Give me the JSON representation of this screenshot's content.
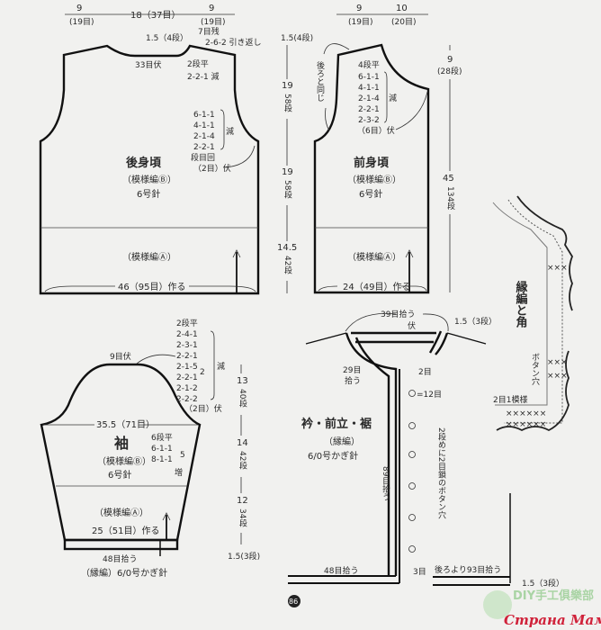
{
  "back": {
    "title": "後身頃",
    "pattern": "（模様編Ⓑ）",
    "needle": "6号針",
    "band_pattern": "（模様編Ⓐ）",
    "cast_on": "46（95目）作る",
    "top_left_w": "9",
    "top_left_st": "(19目)",
    "top_mid": "18（37目）",
    "top_right_w": "9",
    "top_right_st": "(19目)",
    "neck_depth": "1.5（4段）",
    "shoulder_rest": "7目残",
    "shoulder_short_rows": "2-6-2 引き返し",
    "neck_bind": "33目伏",
    "neck_dec": [
      "2段平",
      "2-2-1 減"
    ],
    "armhole_dec": [
      "6-1-1",
      "4-1-1",
      "2-1-4",
      "2-2-1"
    ],
    "armhole_dec_label": "減",
    "armhole_bind": [
      "段目回",
      "（2目）伏"
    ],
    "side_dims": [
      {
        "cm": "1.5",
        "rows": "(4段)"
      },
      {
        "cm": "19",
        "rows": "58段"
      },
      {
        "cm": "19",
        "rows": "58段"
      },
      {
        "cm": "14.5",
        "rows": "42段"
      }
    ]
  },
  "front": {
    "title": "前身頃",
    "pattern": "（模様編Ⓑ）",
    "needle": "6号針",
    "band_pattern": "（模様編Ⓐ）",
    "cast_on": "24（49目）作る",
    "top_left_w": "9",
    "top_left_st": "(19目)",
    "top_right_w": "10",
    "top_right_st": "(20目)",
    "same_as_back": "後ろと同じ",
    "neck_dec": [
      "4段平",
      "6-1-1",
      "4-1-1",
      "2-1-4",
      "2-2-1",
      "2-3-2"
    ],
    "neck_dec_label": "減",
    "neck_bind": "（6目）伏",
    "side_dims": [
      {
        "cm": "9",
        "rows": "(28段)"
      },
      {
        "cm": "45",
        "rows": "134段"
      }
    ]
  },
  "sleeve": {
    "title": "袖",
    "pattern": "（模様編Ⓑ）",
    "needle": "6号針",
    "band_pattern": "（模様編Ⓐ）",
    "cap_bind": "9目伏",
    "cap_dec": [
      "2段平",
      "2-4-1",
      "2-3-1",
      "2-2-1",
      "2-1-5",
      "2-2-1",
      "2-1-2",
      "2-2-2"
    ],
    "cap_dec_times": "2",
    "cap_dec_label": "減",
    "underarm_bind": "（2目）伏",
    "width": "35.5（71目）",
    "inc": [
      "6段平",
      "6-1-1",
      "8-1-1"
    ],
    "inc_times": "5",
    "inc_label": "増",
    "cast_on": "25（51目）作る",
    "pickup": "48目拾う",
    "edge": "（縁編）6/0号かぎ針",
    "side_dims": [
      {
        "cm": "13",
        "rows": "40段"
      },
      {
        "cm": "14",
        "rows": "42段"
      },
      {
        "cm": "12",
        "rows": "34段"
      },
      {
        "cm": "1.5",
        "rows": "(3段)"
      }
    ]
  },
  "edging": {
    "title": "衿・前立・裾",
    "pattern": "（縁編）",
    "needle": "6/0号かぎ針",
    "neck_pickup": "39目拾う",
    "bind": "伏",
    "depth": "1.5（3段）",
    "front_neck_pickup": [
      "29目",
      "拾う"
    ],
    "two_st": "2目",
    "buttonhole_spacing": "=12目",
    "front_pickup": "89目拾う",
    "buttonhole_note": "2段めに2目鎖のボタン穴",
    "three_st": "3目",
    "hem_pickup": "48目拾う",
    "back_pickup": "後ろより93目拾う",
    "hem_depth": "1.5（3段）"
  },
  "corner": {
    "title": "縁編と角",
    "buttonhole": "ボタン穴",
    "repeat": "2目1模様"
  },
  "page_number": "86",
  "watermark": {
    "site": "DIY手工俱樂部",
    "brand": "Страна Мам"
  }
}
